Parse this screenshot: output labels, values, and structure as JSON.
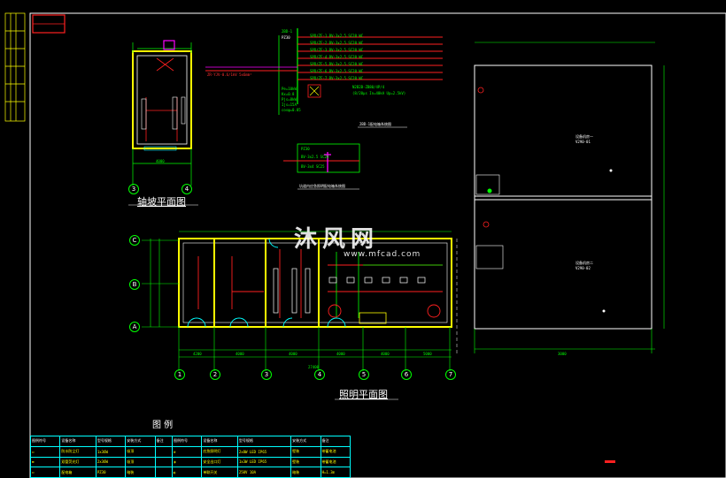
{
  "colors": {
    "background": "#000000",
    "wall": "#ffff00",
    "frame": "#ffffff",
    "dimension": "#00ff00",
    "circuit": "#ff2020",
    "fixture": "#00ffff",
    "accent": "#ff00ff"
  },
  "watermark": {
    "text_cn": "沐风网",
    "url": "www.mfcad.com"
  },
  "plans": {
    "pit_plan_title": "轴坡平面图",
    "main_plan_title": "照明平面图",
    "pit_dim_width": "4000",
    "main_dim_total": "27400",
    "right_dim": "3000",
    "main_dim_segments": [
      "4200",
      "4000",
      "4000",
      "4000",
      "4000",
      "5000"
    ]
  },
  "axes": {
    "bottom": [
      "1",
      "2",
      "3",
      "4",
      "5",
      "6",
      "7"
    ],
    "left": [
      "C",
      "B",
      "A"
    ],
    "pit": [
      "3",
      "4"
    ]
  },
  "schematic": {
    "panel_top": "2BD-1",
    "panel_sub": "PZ30",
    "rows": [
      "SPD/ZF-1  BV-3x2.5 SC20 WC",
      "SPD/ZF-2  BV-3x2.5 SC20 WC",
      "SPD/ZF-3  BV-3x2.5 SC20 WC",
      "SPD/ZF-4  BV-3x2.5 SC20 WC",
      "SPD/ZF-5  BV-3x2.5 SC20 WC",
      "SPD/ZF-6  BV-3x2.5 SC20 WC",
      "SPD/ZF-7  BV-3x2.5 SC20 WC"
    ],
    "incoming": "ZR-YJV-0.6/1kV 5x6mm²",
    "params": [
      "Pe=10kW",
      "Kx=0.8",
      "Pjs=8kW",
      "Ijs=15A",
      "cosφ=0.85"
    ],
    "note": "N2B2B-ZB80/4P/4",
    "note2": "(8/20μs In=40kA Up=2.5kV)",
    "caption": "2BD-1配电箱系统图",
    "small_panel": "PZ30",
    "small_rows": [
      "BV-3x2.5 SC20",
      "BV-3x4 SC25"
    ],
    "small_caption": "坑道内应急照明配电箱系统图"
  },
  "right_plan": {
    "room_top_label": "设备机房一",
    "room_top_code": "V290-01",
    "room_bot_label": "设备机房二",
    "room_bot_code": "V290-02"
  },
  "legend": {
    "title": "图 例",
    "headers": [
      "图例符号",
      "设备名称",
      "型号规格",
      "安装方式",
      "备注",
      "图例符号",
      "设备名称",
      "型号规格",
      "安装方式",
      "备注"
    ],
    "rows": [
      [
        "▭",
        "防水防尘灯",
        "1x36W",
        "吸顶",
        "",
        "⊗",
        "应急照明灯",
        "2x8W LED IP65",
        "壁装",
        "带蓄电池"
      ],
      [
        "▬",
        "双管荧光灯",
        "2x36W",
        "吸顶",
        "",
        "◑",
        "安全出口灯",
        "1x3W LED IP65",
        "壁装",
        "带蓄电池"
      ],
      [
        "▭",
        "配电箱",
        "PZ30",
        "暗装",
        "",
        "◐",
        "单联开关",
        "250V 10A",
        "暗装",
        "H=1.3m"
      ]
    ]
  }
}
